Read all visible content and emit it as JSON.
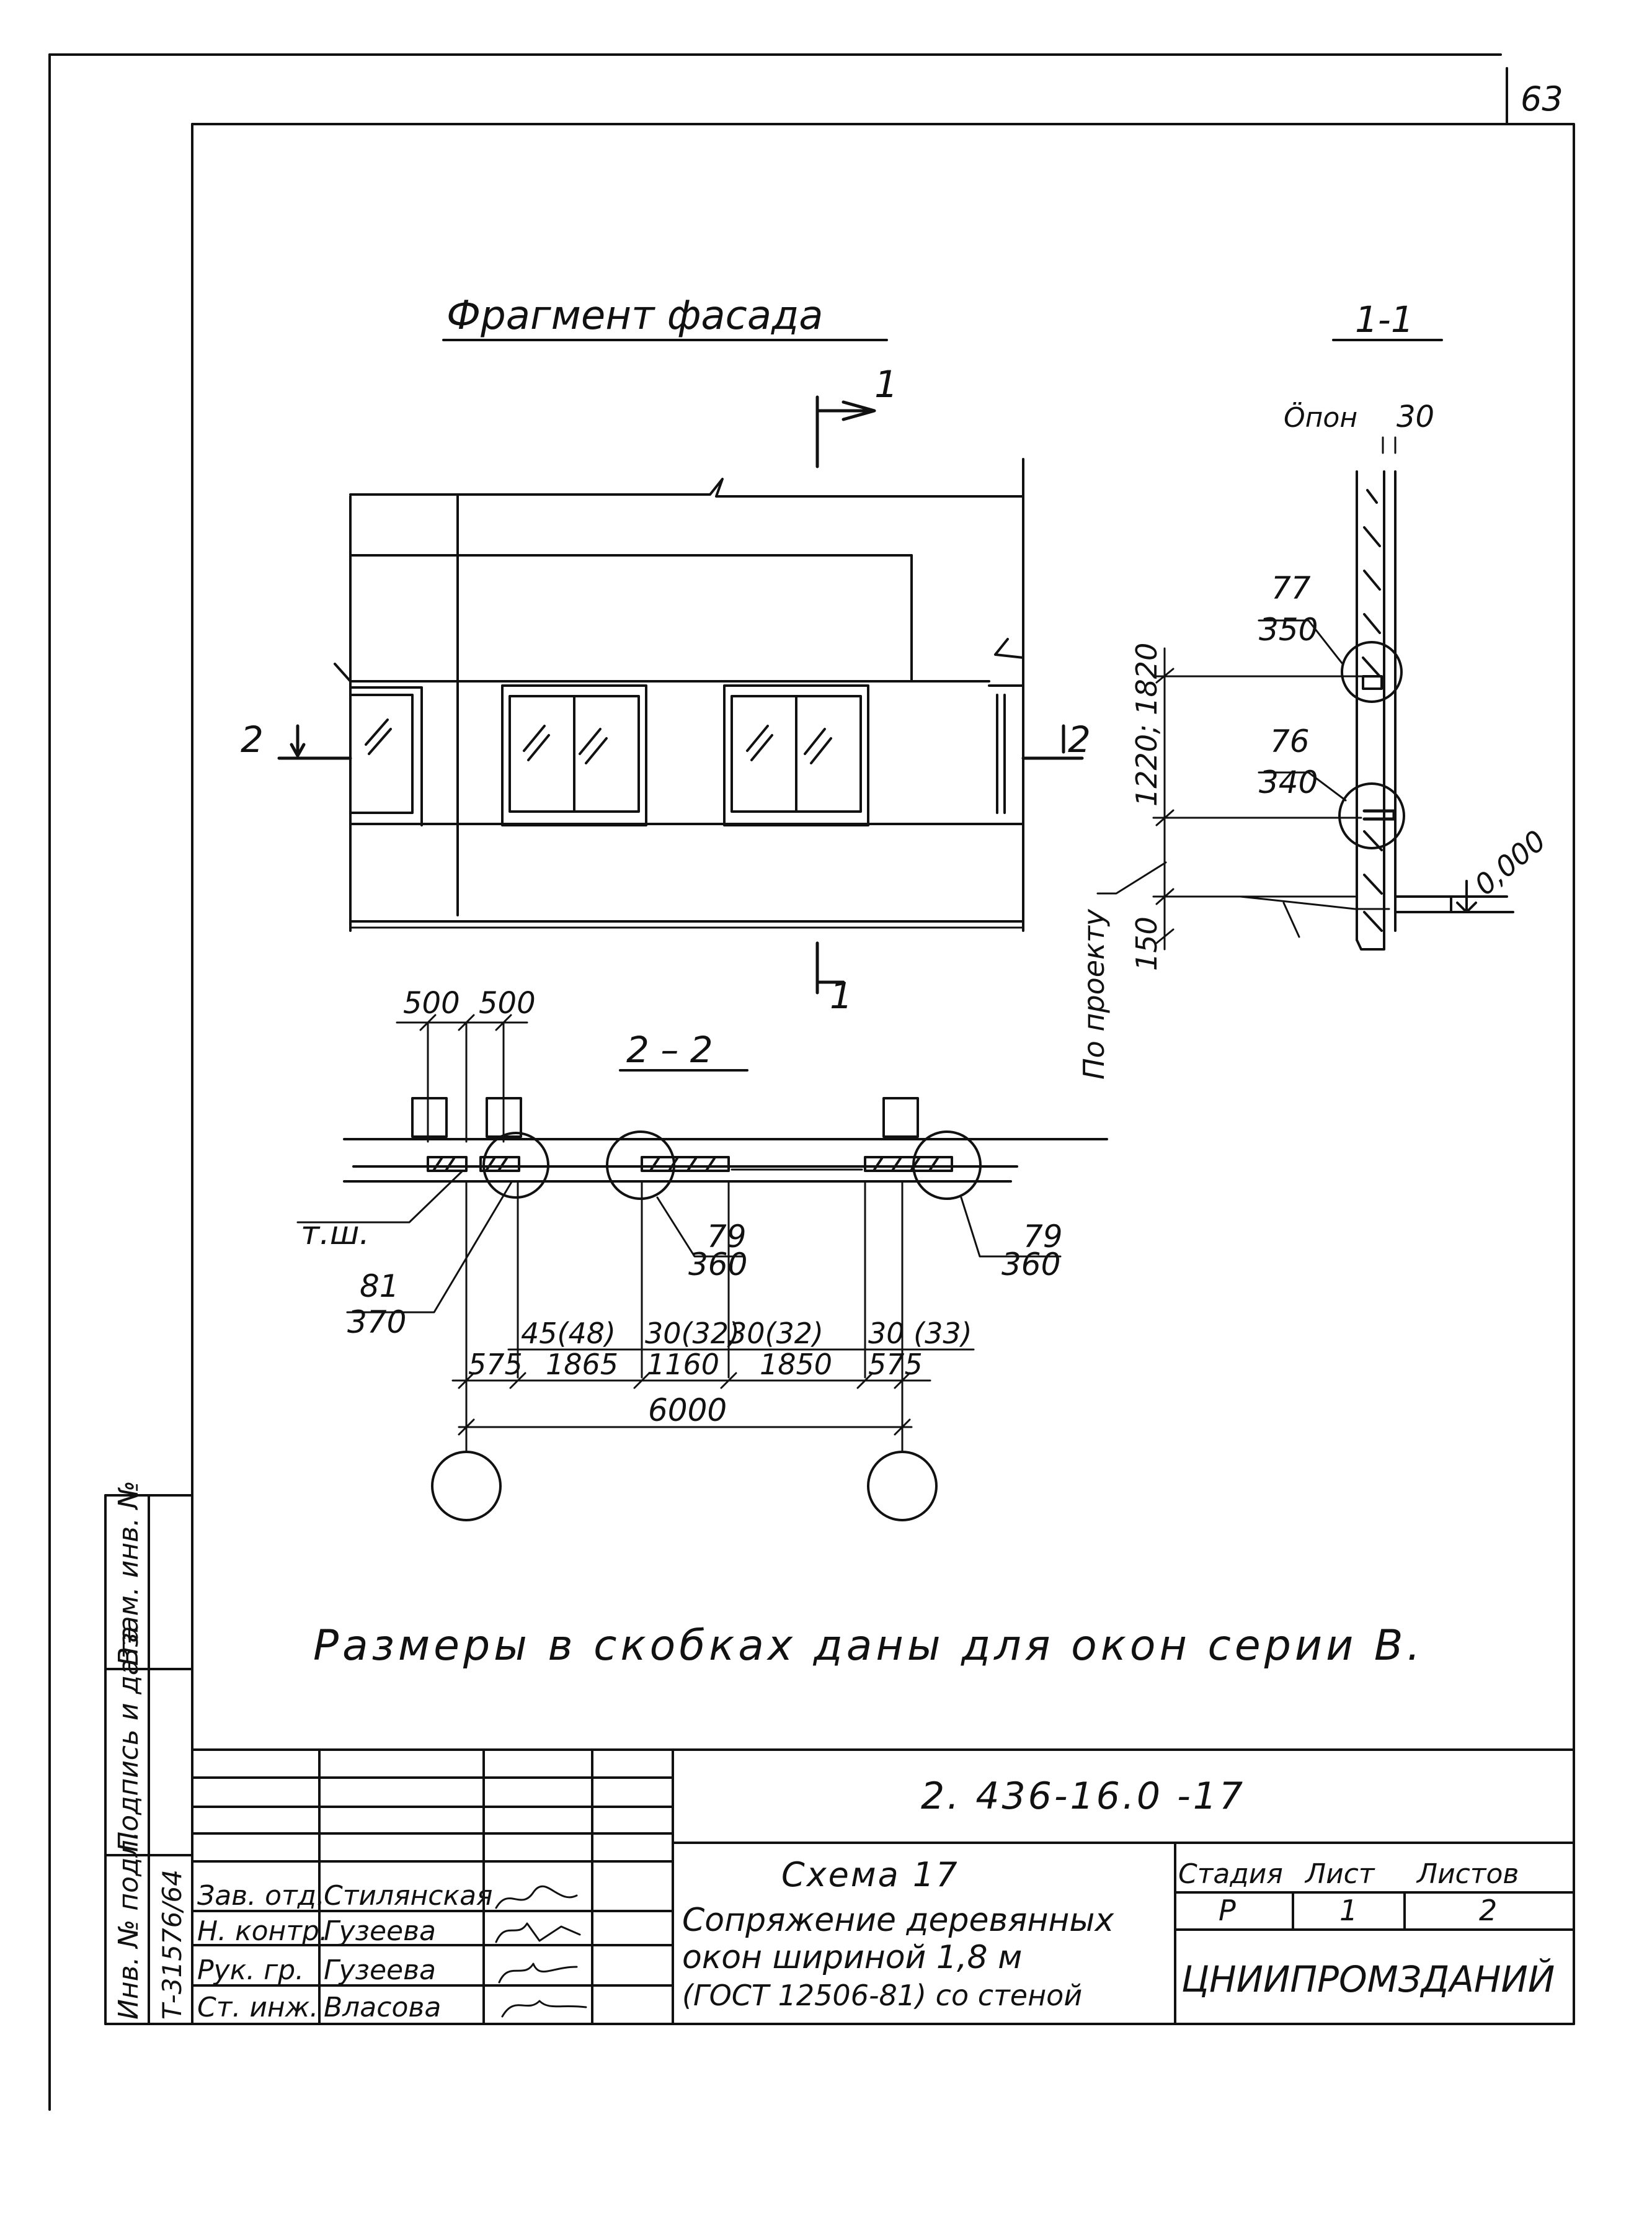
{
  "sheet_number": "63",
  "facade": {
    "title": "Фрагмент фасада",
    "section_mark_top": "1",
    "section_mark_bottom": "1",
    "section_mark_left": "2",
    "section_mark_right": "2"
  },
  "section_1_1": {
    "title": "1-1",
    "slope_label": "Öпон",
    "slope_value": "30",
    "node_top_number": "77",
    "node_top_sheet": "350",
    "node_bottom_number": "76",
    "node_bottom_sheet": "340",
    "height_dim": "1220; 1820",
    "base_dim": "150",
    "level_mark": "0,000",
    "per_project": "По проекту"
  },
  "section_2_2": {
    "title": "2 – 2",
    "pier_dim_1": "500",
    "pier_dim_2": "500",
    "tsh_label": "т.ш.",
    "node_left_number": "81",
    "node_left_sheet": "370",
    "node_mid_number": "79",
    "node_mid_sheet": "360",
    "node_right_number": "79",
    "node_right_sheet": "360",
    "dims_upper": [
      "45(48)",
      "30(32)",
      "30(32)",
      "30 (33)"
    ],
    "dims_lower": [
      "575",
      "1865",
      "1160",
      "1850",
      "575"
    ],
    "total_dim": "6000"
  },
  "note": "Размеры в скобках даны для окон серии В.",
  "side_stamp": {
    "col_inv_orig": "Инв. № подл.",
    "col_signature": "Подпись и дата",
    "col_inv_repl": "Взам. инв. №",
    "inv_value": "Т-31576/64"
  },
  "title_block": {
    "document_code": "2. 436-16.0 -17",
    "scheme_label": "Схема 17",
    "description_lines": [
      "Сопряжение деревянных",
      "окон шириной 1,8 м",
      "(ГОСТ 12506-81) со стеной"
    ],
    "stage_header": "Стадия",
    "sheet_header": "Лист",
    "sheets_header": "Листов",
    "stage_value": "Р",
    "sheet_value": "1",
    "sheets_value": "2",
    "organization": "ЦНИИПРОМЗДАНИЙ",
    "staff": [
      {
        "role": "Зав. отд.",
        "name": "Стилянская"
      },
      {
        "role": "Н. контр.",
        "name": "Гузеева"
      },
      {
        "role": "Рук. гр.",
        "name": "Гузеева"
      },
      {
        "role": "Ст. инж.",
        "name": "Власова"
      }
    ]
  }
}
